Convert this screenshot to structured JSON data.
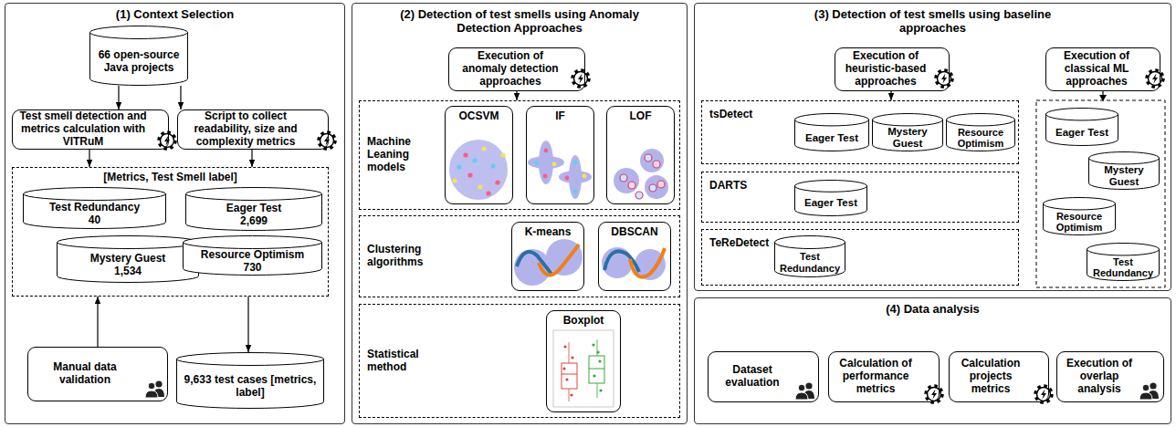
{
  "diagram": {
    "nodes": [
      {
        "text": [
          "(1) Context Selection"
        ]
      },
      {
        "text": [
          "66 open-source Java projects"
        ],
        "in": 0
      },
      {
        "text": [
          "Test smell detection and metrics calculation with VITRuM"
        ],
        "in": 0
      },
      {
        "text": [
          "Script to collect readability, size and complexity metrics"
        ],
        "in": 0
      },
      {
        "text": [
          "[Metrics, Test Smell label]"
        ],
        "in": 0
      },
      {
        "text": [
          "Test Redundancy",
          "40"
        ],
        "in": 4
      },
      {
        "text": [
          "Eager Test",
          "2,699"
        ],
        "in": 4
      },
      {
        "text": [
          "Mystery Guest",
          "1,534"
        ],
        "in": 4
      },
      {
        "text": [
          "Resource Optimism",
          "730"
        ],
        "in": 4
      },
      {
        "text": [
          "Manual data validation"
        ],
        "in": 0
      },
      {
        "text": [
          "9,633 test cases [metrics, label]"
        ],
        "in": 0
      },
      {
        "text": [
          "(2) Detection of test smells using Anomaly Detection Approaches"
        ]
      },
      {
        "text": [
          "Execution of anomaly detection approaches"
        ],
        "in": 11
      },
      {
        "text": [
          "Machine Leaning models"
        ],
        "in": 11
      },
      {
        "text": [
          "OCSVM"
        ],
        "in": 13
      },
      {
        "text": [
          "IF"
        ],
        "in": 13
      },
      {
        "text": [
          "LOF"
        ],
        "in": 13
      },
      {
        "text": [
          "Clustering algorithms"
        ],
        "in": 11
      },
      {
        "text": [
          "K-means"
        ],
        "in": 17
      },
      {
        "text": [
          "DBSCAN"
        ],
        "in": 17
      },
      {
        "text": [
          "Statistical method"
        ],
        "in": 11
      },
      {
        "text": [
          "Boxplot"
        ],
        "in": 20
      },
      {
        "text": [
          "(3) Detection of test smells using baseline approaches"
        ]
      },
      {
        "text": [
          "Execution of heuristic-based approaches"
        ],
        "in": 22
      },
      {
        "text": [
          "Execution of classical ML approaches"
        ],
        "in": 22
      },
      {
        "text": [
          "tsDetect"
        ],
        "in": 22
      },
      {
        "text": [
          "Eager Test"
        ],
        "in": 25
      },
      {
        "text": [
          "Mystery Guest"
        ],
        "in": 25
      },
      {
        "text": [
          "Resource Optimism"
        ],
        "in": 25
      },
      {
        "text": [
          "DARTS"
        ],
        "in": 22
      },
      {
        "text": [
          "Eager Test"
        ],
        "in": 29
      },
      {
        "text": [
          "TeReDetect"
        ],
        "in": 22
      },
      {
        "text": [
          "Test Redundancy"
        ],
        "in": 31
      },
      {
        "text": [
          "Eager Test"
        ],
        "in": 22
      },
      {
        "text": [
          "Mystery Guest"
        ],
        "in": 22
      },
      {
        "text": [
          "Resource Optimism"
        ],
        "in": 22
      },
      {
        "text": [
          "Test Redundancy"
        ],
        "in": 22
      },
      {
        "text": [
          "(4) Data analysis"
        ]
      },
      {
        "text": [
          "Dataset evaluation"
        ],
        "in": 37
      },
      {
        "text": [
          "Calculation of performance metrics"
        ],
        "in": 37
      },
      {
        "text": [
          "Calculation projects metrics"
        ],
        "in": 37
      },
      {
        "text": [
          "Execution of overlap analysis"
        ],
        "in": 37
      }
    ],
    "edges": [
      {
        "from": 1,
        "to": 2,
        "arrow": "to"
      },
      {
        "from": 1,
        "to": 3,
        "arrow": "to"
      },
      {
        "from": 2,
        "to": 4,
        "arrow": "to"
      },
      {
        "from": 3,
        "to": 4,
        "arrow": "to"
      },
      {
        "from": 9,
        "to": 4,
        "arrow": "to"
      },
      {
        "from": 4,
        "to": 10,
        "arrow": "to"
      },
      {
        "from": 12,
        "to": 13,
        "arrow": "to"
      },
      {
        "from": 23,
        "to": 25,
        "arrow": "to"
      }
    ]
  }
}
